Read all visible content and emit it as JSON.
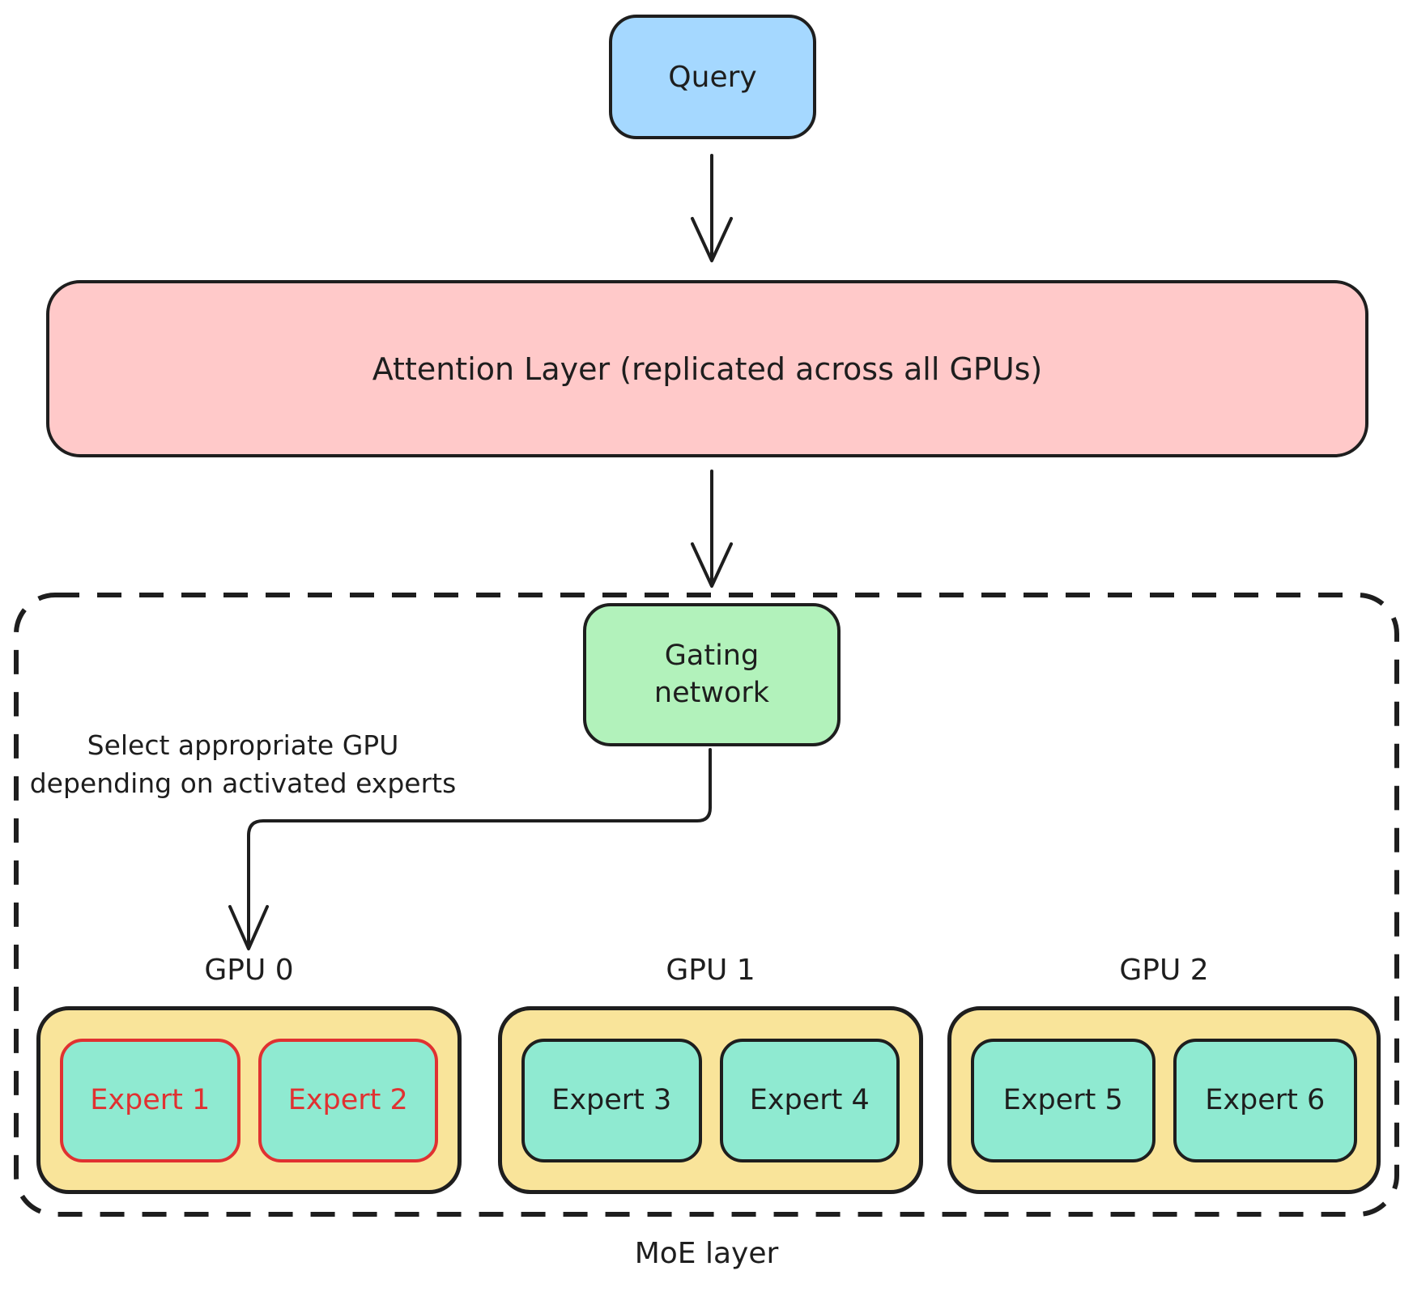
{
  "colors": {
    "ink": "#1e1e1e",
    "query-fill": "#a5d8ff",
    "attention-fill": "#ffc9c9",
    "gating-fill": "#b2f2bb",
    "gpu-fill": "#f9e49a",
    "expert-fill": "#8fead1",
    "highlight": "#e03131"
  },
  "diagram": {
    "query": {
      "label": "Query"
    },
    "attention": {
      "label": "Attention Layer (replicated across all GPUs)"
    },
    "gating": {
      "label": "Gating\nnetwork"
    },
    "annotation": {
      "text": "Select appropriate GPU\ndepending on activated experts"
    },
    "moe": {
      "label": "MoE layer"
    },
    "gpus": [
      {
        "label": "GPU 0",
        "experts": [
          {
            "label": "Expert 1",
            "active": true
          },
          {
            "label": "Expert 2",
            "active": true
          }
        ]
      },
      {
        "label": "GPU 1",
        "experts": [
          {
            "label": "Expert 3",
            "active": false
          },
          {
            "label": "Expert 4",
            "active": false
          }
        ]
      },
      {
        "label": "GPU 2",
        "experts": [
          {
            "label": "Expert 5",
            "active": false
          },
          {
            "label": "Expert 6",
            "active": false
          }
        ]
      }
    ]
  }
}
